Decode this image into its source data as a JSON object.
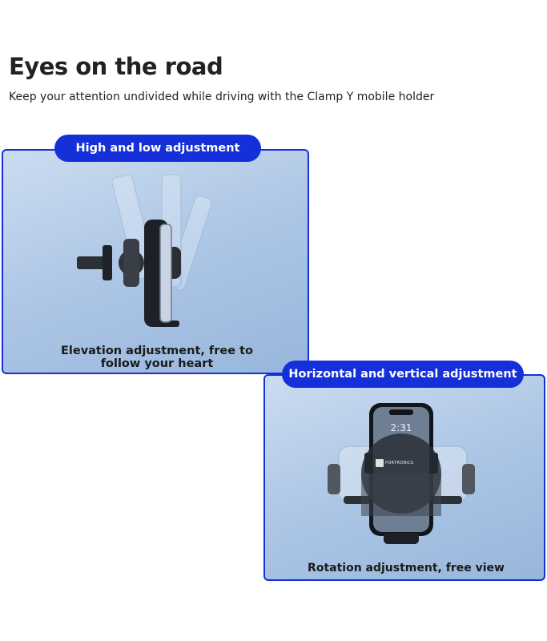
{
  "header": {
    "title": "Eyes on the road",
    "subtitle": "Keep your attention undivided while driving with the Clamp Y mobile holder"
  },
  "features": [
    {
      "badge": "High and low adjustment",
      "caption_line1": "Elevation adjustment, free to",
      "caption_line2": "follow your heart"
    },
    {
      "badge": "Horizontal and vertical adjustment",
      "caption": "Rotation adjustment, free view",
      "phone_time": "2:31",
      "brand": "PORTRONICS"
    }
  ],
  "colors": {
    "accent": "#1530d8",
    "card_bg": "#aac4e4"
  },
  "icons": [
    "car-mount-holder-icon",
    "phone-in-holder-icon"
  ]
}
